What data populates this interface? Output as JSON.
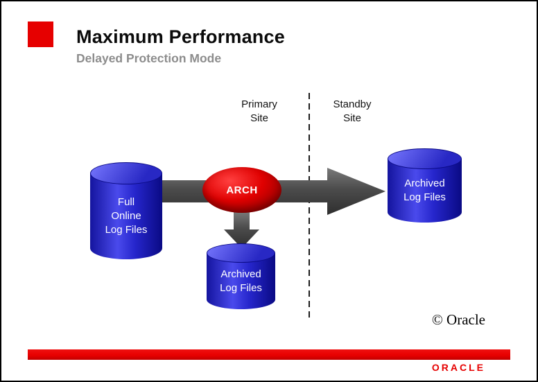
{
  "slide": {
    "title": "Maximum Performance",
    "subtitle": "Delayed Protection Mode",
    "copyright": "© Oracle",
    "brand_logo": "ORACLE"
  },
  "sites": {
    "primary": "Primary\nSite",
    "standby": "Standby\nSite"
  },
  "nodes": {
    "full_online_log_files": "Full\nOnline\nLog Files",
    "arch_process": "ARCH",
    "archived_log_files_primary": "Archived\nLog Files",
    "archived_log_files_standby": "Archived\nLog Files"
  },
  "colors": {
    "accent_red": "#e60000",
    "subtitle_gray": "#8c8c8c",
    "arrow_gray": "#4a4a4a",
    "cylinder_blue": "#2626cc"
  }
}
